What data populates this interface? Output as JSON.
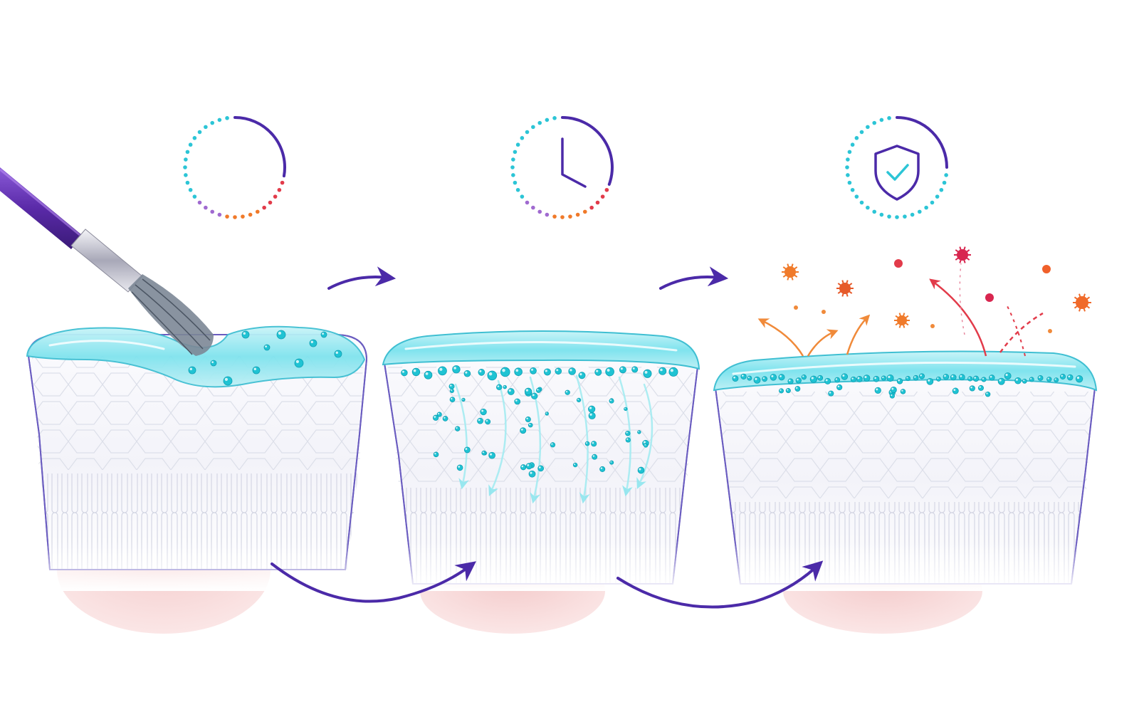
{
  "diagram": {
    "stages": [
      {
        "id": "application",
        "icon": "progress-ring-icon"
      },
      {
        "id": "absorption",
        "icon": "clock-icon"
      },
      {
        "id": "protection",
        "icon": "shield-check-icon"
      }
    ],
    "connectors": [
      {
        "from": "application",
        "to": "absorption",
        "icon": "curved-arrow-icon"
      },
      {
        "from": "absorption",
        "to": "protection",
        "icon": "curved-arrow-icon"
      }
    ],
    "colors": {
      "accent_purple": "#4b2aa8",
      "gel_cyan": "#7fe3ee",
      "particle_cyan": "#1fc3d3",
      "ring_cyan": "#2cc5d6",
      "warm_orange": "#f07a2a",
      "warm_red": "#e23b4a",
      "gum_pink": "#f2c4c4",
      "enamel_line": "#d8dbe6"
    }
  }
}
